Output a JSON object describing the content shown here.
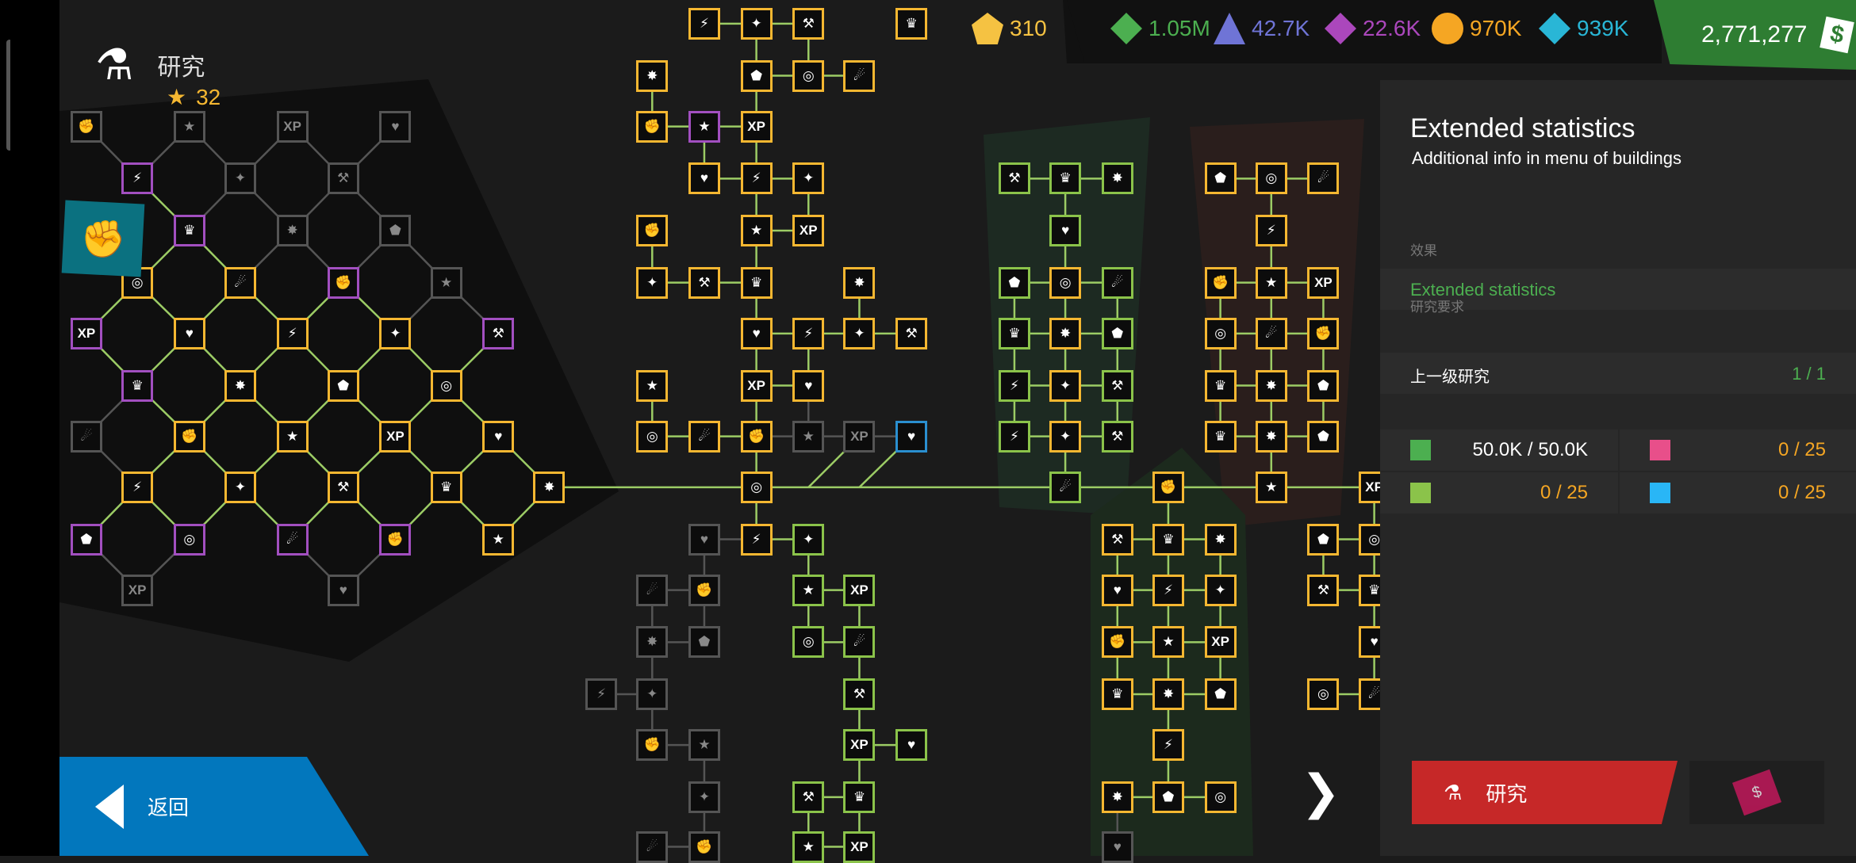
{
  "header": {
    "title": "研究",
    "stars": "32"
  },
  "resources": [
    {
      "name": "research-points",
      "value": "310",
      "color": "#f5c242",
      "icon": "pentagon-badge-icon"
    },
    {
      "name": "green-resource",
      "value": "1.05M",
      "color": "#4caf50",
      "icon": "green-hex-icon"
    },
    {
      "name": "blue-resource",
      "value": "42.7K",
      "color": "#6f74d6",
      "icon": "blue-triangle-icon"
    },
    {
      "name": "purple-resource",
      "value": "22.6K",
      "color": "#ab47bc",
      "icon": "purple-stripes-icon"
    },
    {
      "name": "orange-resource",
      "value": "970K",
      "color": "#f5a623",
      "icon": "orange-circle-icon"
    },
    {
      "name": "cyan-resource",
      "value": "939K",
      "color": "#29b6d6",
      "icon": "cyan-diamond-icon"
    }
  ],
  "money": {
    "value": "2,771,277",
    "icon": "money-bill-icon"
  },
  "panel": {
    "title": "Extended statistics",
    "subtitle": "Additional info in menu of buildings",
    "effect_label": "效果",
    "effect_value": "Extended statistics",
    "req_label": "研究要求",
    "prev_label": "上一级研究",
    "prev_value": "1 / 1",
    "costs": [
      {
        "icon": "money-icon",
        "value": "50.0K / 50.0K",
        "color": "#ffffff",
        "token": "#4caf50"
      },
      {
        "icon": "pink-card-icon",
        "value": "0 / 25",
        "color": "#f5a623",
        "token": "#e84f8a"
      },
      {
        "icon": "lime-card-icon",
        "value": "0 / 25",
        "color": "#f5a623",
        "token": "#8bc34a"
      },
      {
        "icon": "xp-card-icon",
        "value": "0 / 25",
        "color": "#f5a623",
        "token": "#29b6f6"
      }
    ]
  },
  "buttons": {
    "research": "研究",
    "back": "返回",
    "ticket": "$"
  },
  "colors": {
    "gray": "#555555",
    "purple": "#a24fc0",
    "yellow": "#f5b731",
    "green": "#8bc34a",
    "blue": "#2a8fd0",
    "edge": "#9ccc65"
  }
}
